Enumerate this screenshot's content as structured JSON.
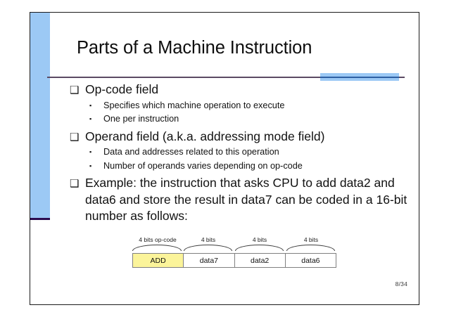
{
  "slide": {
    "title": "Parts of a Machine Instruction",
    "page_number": "8/34",
    "accent_color": "#9cc9f5",
    "rule_color": "#5b4a63",
    "highlight_color": "#fbf49a"
  },
  "bullets": [
    {
      "marker": "❑",
      "text": "Op-code field",
      "sub": [
        {
          "marker": "▪",
          "text": "Specifies which machine operation to execute"
        },
        {
          "marker": "▪",
          "text": "One per instruction"
        }
      ]
    },
    {
      "marker": "❑",
      "text": "Operand field (a.k.a. addressing mode field)",
      "sub": [
        {
          "marker": "▪",
          "text": "Data and addresses related to this operation"
        },
        {
          "marker": "▪",
          "text": "Number of operands varies depending on op-code"
        }
      ]
    },
    {
      "marker": "❑",
      "text": "Example: the instruction that asks CPU to add data2 and data6 and store the result in data7 can be coded in a 16-bit number as follows:",
      "sub": []
    }
  ],
  "figure": {
    "field_labels": [
      "4 bits op-code",
      "4 bits",
      "4 bits",
      "4 bits"
    ],
    "cells": [
      {
        "value": "ADD",
        "highlighted": true
      },
      {
        "value": "data7",
        "highlighted": false
      },
      {
        "value": "data2",
        "highlighted": false
      },
      {
        "value": "data6",
        "highlighted": false
      }
    ]
  }
}
